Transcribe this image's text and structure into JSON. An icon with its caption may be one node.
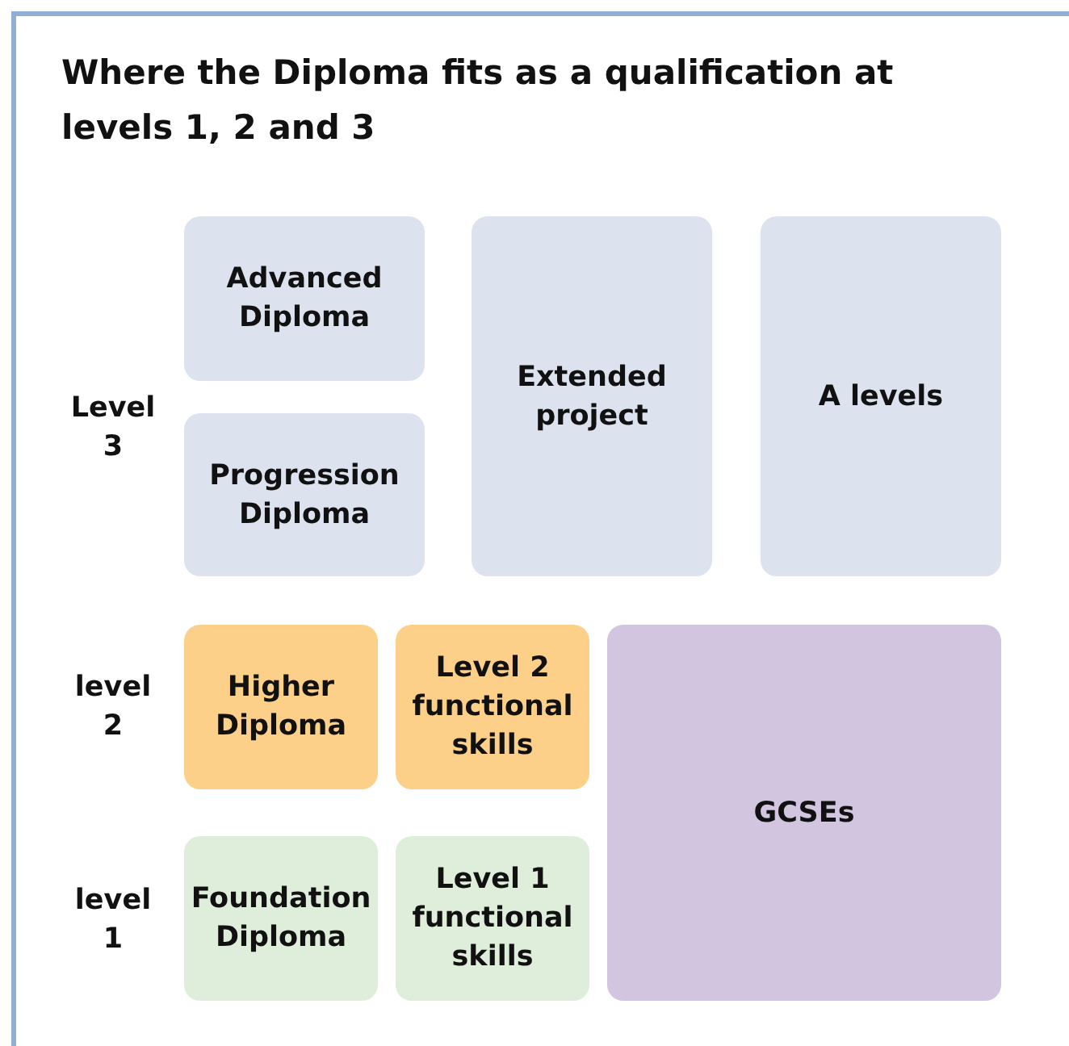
{
  "diagram": {
    "title": "Where the Diploma fits as a qualification at levels 1, 2 and 3",
    "nodes": [
      {
        "text": [
          "Advanced Diploma"
        ]
      },
      {
        "text": [
          "Extended project"
        ]
      },
      {
        "text": [
          "A levels"
        ]
      },
      {
        "text": [
          "Progression Diploma"
        ]
      },
      {
        "text": [
          "Higher Diploma"
        ]
      },
      {
        "text": [
          "Level 2 functional skills"
        ]
      },
      {
        "text": [
          "GCSEs"
        ]
      },
      {
        "text": [
          "Foundation Diploma"
        ]
      },
      {
        "text": [
          "Level 1 functional skills"
        ]
      }
    ],
    "edges": [],
    "labels": [
      "Level 3",
      "level 2",
      "level 1"
    ]
  }
}
